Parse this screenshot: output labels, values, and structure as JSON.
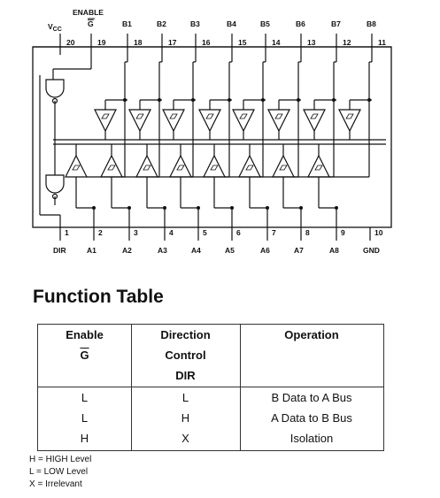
{
  "diagram": {
    "enable_label": "ENABLE",
    "top_pins": [
      {
        "label": "VCC",
        "number": "20"
      },
      {
        "label": "G",
        "number": "19"
      },
      {
        "label": "B1",
        "number": "18"
      },
      {
        "label": "B2",
        "number": "17"
      },
      {
        "label": "B3",
        "number": "16"
      },
      {
        "label": "B4",
        "number": "15"
      },
      {
        "label": "B5",
        "number": "14"
      },
      {
        "label": "B6",
        "number": "13"
      },
      {
        "label": "B7",
        "number": "12"
      },
      {
        "label": "B8",
        "number": "11"
      }
    ],
    "bottom_pins": [
      {
        "label": "DIR",
        "number": "1"
      },
      {
        "label": "A1",
        "number": "2"
      },
      {
        "label": "A2",
        "number": "3"
      },
      {
        "label": "A3",
        "number": "4"
      },
      {
        "label": "A4",
        "number": "5"
      },
      {
        "label": "A5",
        "number": "6"
      },
      {
        "label": "A6",
        "number": "7"
      },
      {
        "label": "A7",
        "number": "8"
      },
      {
        "label": "A8",
        "number": "9"
      },
      {
        "label": "GND",
        "number": "10"
      }
    ]
  },
  "function_table": {
    "title": "Function Table",
    "headers": {
      "enable": "Enable",
      "enable_sym": "G",
      "direction_1": "Direction",
      "direction_2": "Control",
      "direction_3": "DIR",
      "operation": "Operation"
    },
    "rows": [
      [
        "L",
        "L",
        "B Data to A Bus"
      ],
      [
        "L",
        "H",
        "A Data to B Bus"
      ],
      [
        "H",
        "X",
        "Isolation"
      ]
    ]
  },
  "legend": [
    "H = HIGH Level",
    "L = LOW Level",
    "X = Irrelevant"
  ]
}
